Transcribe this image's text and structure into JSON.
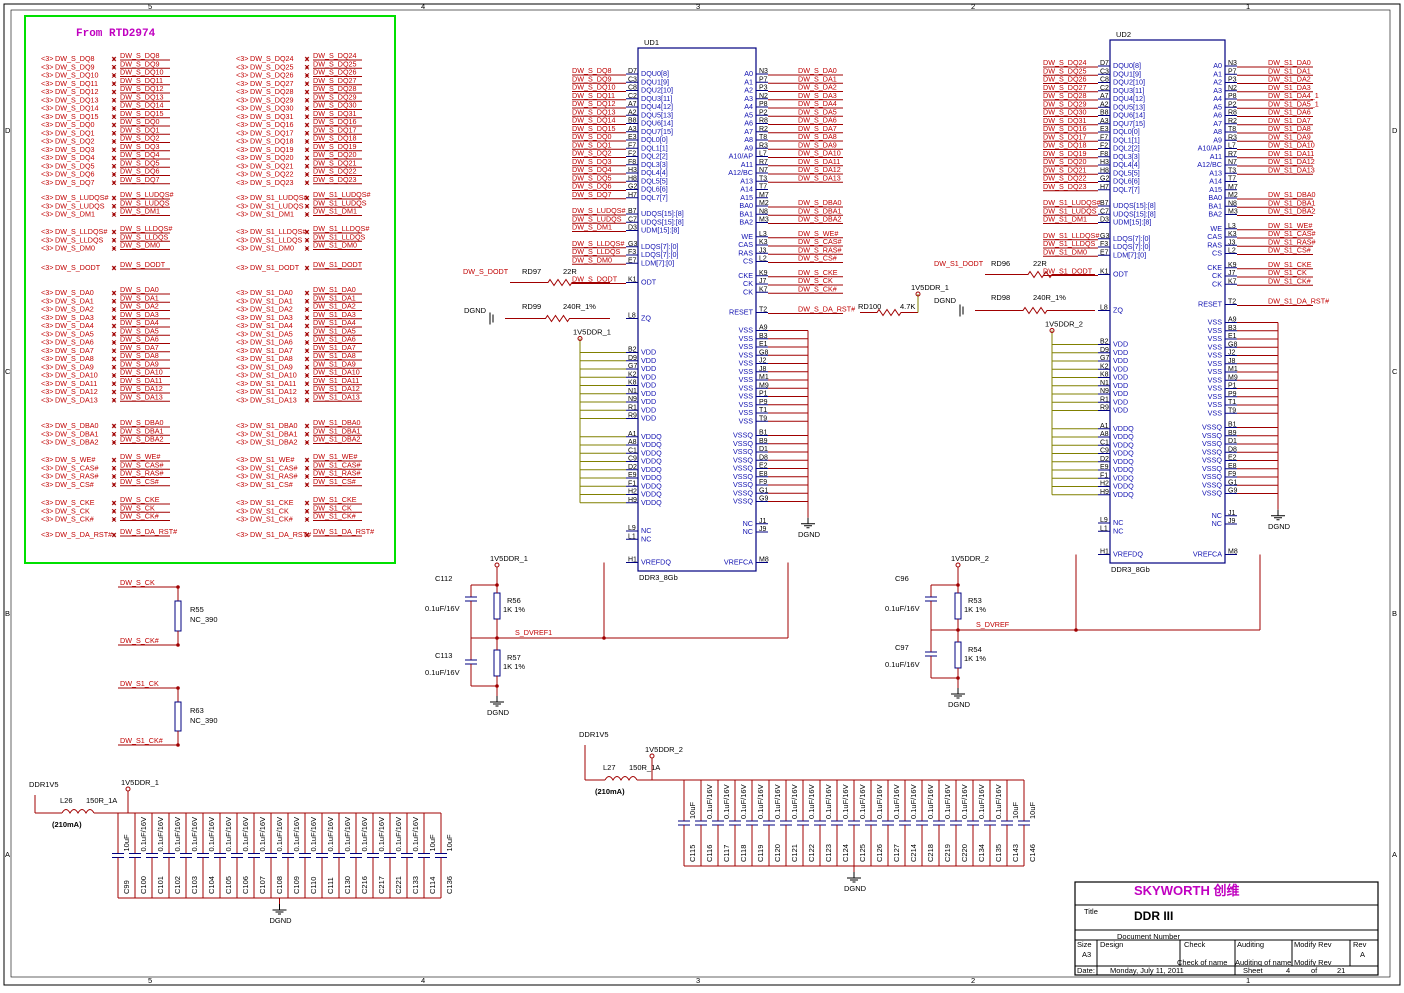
{
  "border": {
    "col_markers_top": [
      "5",
      "4",
      "3",
      "2",
      "1"
    ],
    "col_markers_bottom": [
      "5",
      "4",
      "3",
      "2",
      "1"
    ],
    "row_markers": [
      "D",
      "C",
      "B",
      "A"
    ]
  },
  "connector_block": {
    "title": "From RTD2974",
    "left_groups": [
      [
        "DW_S_DQ8",
        "DW_S_DQ9",
        "DW_S_DQ10",
        "DW_S_DQ11",
        "DW_S_DQ12",
        "DW_S_DQ13",
        "DW_S_DQ14",
        "DW_S_DQ15",
        "DW_S_DQ0",
        "DW_S_DQ1",
        "DW_S_DQ2",
        "DW_S_DQ3",
        "DW_S_DQ4",
        "DW_S_DQ5",
        "DW_S_DQ6",
        "DW_S_DQ7"
      ],
      [
        "DW_S_LUDQS#",
        "DW_S_LUDQS",
        "DW_S_DM1"
      ],
      [
        "DW_S_LLDQS#",
        "DW_S_LLDQS",
        "DW_S_DM0"
      ],
      [
        "DW_S_DODT"
      ],
      [
        "DW_S_DA0",
        "DW_S_DA1",
        "DW_S_DA2",
        "DW_S_DA3",
        "DW_S_DA4",
        "DW_S_DA5",
        "DW_S_DA6",
        "DW_S_DA7",
        "DW_S_DA8",
        "DW_S_DA9",
        "DW_S_DA10",
        "DW_S_DA11",
        "DW_S_DA12",
        "DW_S_DA13"
      ],
      [
        "DW_S_DBA0",
        "DW_S_DBA1",
        "DW_S_DBA2"
      ],
      [
        "DW_S_WE#",
        "DW_S_CAS#",
        "DW_S_RAS#",
        "DW_S_CS#"
      ],
      [
        "DW_S_CKE",
        "DW_S_CK",
        "DW_S_CK#"
      ],
      [
        "DW_S_DA_RST#"
      ]
    ],
    "right_groups": [
      [
        "DW_S_DQ24",
        "DW_S_DQ25",
        "DW_S_DQ26",
        "DW_S_DQ27",
        "DW_S_DQ28",
        "DW_S_DQ29",
        "DW_S_DQ30",
        "DW_S_DQ31",
        "DW_S_DQ16",
        "DW_S_DQ17",
        "DW_S_DQ18",
        "DW_S_DQ19",
        "DW_S_DQ20",
        "DW_S_DQ21",
        "DW_S_DQ22",
        "DW_S_DQ23"
      ],
      [
        "DW_S1_LUDQS#",
        "DW_S1_LUDQS",
        "DW_S1_DM1"
      ],
      [
        "DW_S1_LLDQS#",
        "DW_S1_LLDQS",
        "DW_S1_DM0"
      ],
      [
        "DW_S1_DODT"
      ],
      [
        "DW_S1_DA0",
        "DW_S1_DA1",
        "DW_S1_DA2",
        "DW_S1_DA3",
        "DW_S1_DA4",
        "DW_S1_DA5",
        "DW_S1_DA6",
        "DW_S1_DA7",
        "DW_S1_DA8",
        "DW_S1_DA9",
        "DW_S1_DA10",
        "DW_S1_DA11",
        "DW_S1_DA12",
        "DW_S1_DA13"
      ],
      [
        "DW_S1_DBA0",
        "DW_S1_DBA1",
        "DW_S1_DBA2"
      ],
      [
        "DW_S1_WE#",
        "DW_S1_CAS#",
        "DW_S1_RAS#",
        "DW_S1_CS#"
      ],
      [
        "DW_S1_CKE",
        "DW_S1_CK",
        "DW_S1_CK#"
      ],
      [
        "DW_S1_DA_RST#"
      ]
    ],
    "sheet_ref": "<3>"
  },
  "term": {
    "r55": {
      "ref": "R55",
      "value": "NC_390",
      "top": "DW_S_CK",
      "bottom": "DW_S_CK#"
    },
    "r63": {
      "ref": "R63",
      "value": "NC_390",
      "top": "DW_S1_CK",
      "bottom": "DW_S1_CK#"
    }
  },
  "ud1": {
    "ref": "UD1",
    "part": "DDR3_8Gb",
    "left_dq": [
      [
        "D7",
        "DQU0[8]",
        "DW_S_DQ8"
      ],
      [
        "C3",
        "DQU1[9]",
        "DW_S_DQ9"
      ],
      [
        "C8",
        "DQU2[10]",
        "DW_S_DQ10"
      ],
      [
        "C2",
        "DQU3[11]",
        "DW_S_DQ11"
      ],
      [
        "A7",
        "DQU4[12]",
        "DW_S_DQ12"
      ],
      [
        "A2",
        "DQU5[13]",
        "DW_S_DQ13"
      ],
      [
        "B8",
        "DQU6[14]",
        "DW_S_DQ14"
      ],
      [
        "A3",
        "DQU7[15]",
        "DW_S_DQ15"
      ],
      [
        "E3",
        "DQL0[0]",
        "DW_S_DQ0"
      ],
      [
        "F7",
        "DQL1[1]",
        "DW_S_DQ1"
      ],
      [
        "F2",
        "DQL2[2]",
        "DW_S_DQ2"
      ],
      [
        "F8",
        "DQL3[3]",
        "DW_S_DQ3"
      ],
      [
        "H3",
        "DQL4[4]",
        "DW_S_DQ4"
      ],
      [
        "H8",
        "DQL5[5]",
        "DW_S_DQ5"
      ],
      [
        "G2",
        "DQL6[6]",
        "DW_S_DQ6"
      ],
      [
        "H7",
        "DQL7[7]",
        "DW_S_DQ7"
      ]
    ],
    "left_dqs": [
      [
        "B7",
        "UDQS[15]:[8]",
        "DW_S_LUDQS#"
      ],
      [
        "C7",
        "UDQS[15]:[8]",
        "DW_S_LUDQS"
      ],
      [
        "D3",
        "UDM[15]:[8]",
        "DW_S_DM1"
      ],
      [
        "G3",
        "LDQS[7]:[0]",
        "DW_S_LLDQS#"
      ],
      [
        "F3",
        "LDQS[7]:[0]",
        "DW_S_LLDQS"
      ],
      [
        "E7",
        "LDM[7]:[0]",
        "DW_S_DM0"
      ]
    ],
    "odt": [
      "K1",
      "ODT",
      "DW_S_DODT"
    ],
    "zq": [
      "L8",
      "ZQ"
    ],
    "vdd_pins": [
      [
        "B2",
        "VDD"
      ],
      [
        "D9",
        "VDD"
      ],
      [
        "G7",
        "VDD"
      ],
      [
        "K2",
        "VDD"
      ],
      [
        "K8",
        "VDD"
      ],
      [
        "N1",
        "VDD"
      ],
      [
        "N9",
        "VDD"
      ],
      [
        "R1",
        "VDD"
      ],
      [
        "R9",
        "VDD"
      ]
    ],
    "vddq_pins": [
      [
        "A1",
        "VDDQ"
      ],
      [
        "A8",
        "VDDQ"
      ],
      [
        "C1",
        "VDDQ"
      ],
      [
        "C9",
        "VDDQ"
      ],
      [
        "D2",
        "VDDQ"
      ],
      [
        "E9",
        "VDDQ"
      ],
      [
        "F1",
        "VDDQ"
      ],
      [
        "H2",
        "VDDQ"
      ],
      [
        "H9",
        "VDDQ"
      ]
    ],
    "nc_left": [
      [
        "L9",
        "NC"
      ],
      [
        "L1",
        "NC"
      ]
    ],
    "vrefdq": [
      "H1",
      "VREFDQ"
    ],
    "right_addr": [
      [
        "N3",
        "A0",
        "DW_S_DA0"
      ],
      [
        "P7",
        "A1",
        "DW_S_DA1"
      ],
      [
        "P3",
        "A2",
        "DW_S_DA2"
      ],
      [
        "N2",
        "A3",
        "DW_S_DA3"
      ],
      [
        "P8",
        "A4",
        "DW_S_DA4"
      ],
      [
        "P2",
        "A5",
        "DW_S_DA5"
      ],
      [
        "R8",
        "A6",
        "DW_S_DA6"
      ],
      [
        "R2",
        "A7",
        "DW_S_DA7"
      ],
      [
        "T8",
        "A8",
        "DW_S_DA8"
      ],
      [
        "R3",
        "A9",
        "DW_S_DA9"
      ],
      [
        "L7",
        "A10/AP",
        "DW_S_DA10"
      ],
      [
        "R7",
        "A11",
        "DW_S_DA11"
      ],
      [
        "N7",
        "A12/BC",
        "DW_S_DA12"
      ],
      [
        "T3",
        "A13",
        "DW_S_DA13"
      ],
      [
        "T7",
        "A14",
        ""
      ],
      [
        "M7",
        "A15",
        ""
      ]
    ],
    "right_ba": [
      [
        "M2",
        "BA0",
        "DW_S_DBA0"
      ],
      [
        "N8",
        "BA1",
        "DW_S_DBA1"
      ],
      [
        "M3",
        "BA2",
        "DW_S_DBA2"
      ]
    ],
    "right_cmd": [
      [
        "L3",
        "WE",
        "DW_S_WE#"
      ],
      [
        "K3",
        "CAS",
        "DW_S_CAS#"
      ],
      [
        "J3",
        "RAS",
        "DW_S_RAS#"
      ],
      [
        "L2",
        "CS",
        "DW_S_CS#"
      ]
    ],
    "right_ck": [
      [
        "K9",
        "CKE",
        "DW_S_CKE"
      ],
      [
        "J7",
        "CK",
        "DW_S_CK"
      ],
      [
        "K7",
        "CK",
        "DW_S_CK#"
      ]
    ],
    "reset": [
      "T2",
      "RESET",
      "DW_S_DA_RST#"
    ],
    "vss_pins": [
      [
        "A9",
        "VSS"
      ],
      [
        "B3",
        "VSS"
      ],
      [
        "E1",
        "VSS"
      ],
      [
        "G8",
        "VSS"
      ],
      [
        "J2",
        "VSS"
      ],
      [
        "J8",
        "VSS"
      ],
      [
        "M1",
        "VSS"
      ],
      [
        "M9",
        "VSS"
      ],
      [
        "P1",
        "VSS"
      ],
      [
        "P9",
        "VSS"
      ],
      [
        "T1",
        "VSS"
      ],
      [
        "T9",
        "VSS"
      ]
    ],
    "vssq_pins": [
      [
        "B1",
        "VSSQ"
      ],
      [
        "B9",
        "VSSQ"
      ],
      [
        "D1",
        "VSSQ"
      ],
      [
        "D8",
        "VSSQ"
      ],
      [
        "E2",
        "VSSQ"
      ],
      [
        "E8",
        "VSSQ"
      ],
      [
        "F9",
        "VSSQ"
      ],
      [
        "G1",
        "VSSQ"
      ],
      [
        "G9",
        "VSSQ"
      ]
    ],
    "nc_right": [
      [
        "J1",
        "NC"
      ],
      [
        "J9",
        "NC"
      ]
    ],
    "vrefca": [
      "M8",
      "VREFCA"
    ],
    "rd97": {
      "ref": "RD97",
      "value": "22R",
      "net": "DW_S_DODT"
    },
    "rd99": {
      "ref": "RD99",
      "value": "240R_1%",
      "gnd": "DGND"
    },
    "rd100": {
      "ref": "RD100",
      "value": "4.7K",
      "pwr": "1V5DDR_1"
    },
    "vdd_net": "1V5DDR_1",
    "gnd": "DGND"
  },
  "ud2": {
    "ref": "UD2",
    "part": "DDR3_8Gb",
    "left_dq": [
      [
        "D7",
        "DQU0[8]",
        "DW_S_DQ24"
      ],
      [
        "C3",
        "DQU1[9]",
        "DW_S_DQ25"
      ],
      [
        "C8",
        "DQU2[10]",
        "DW_S_DQ26"
      ],
      [
        "C2",
        "DQU3[11]",
        "DW_S_DQ27"
      ],
      [
        "A7",
        "DQU4[12]",
        "DW_S_DQ28"
      ],
      [
        "A2",
        "DQU5[13]",
        "DW_S_DQ29"
      ],
      [
        "B8",
        "DQU6[14]",
        "DW_S_DQ30"
      ],
      [
        "A3",
        "DQU7[15]",
        "DW_S_DQ31"
      ],
      [
        "E3",
        "DQL0[0]",
        "DW_S_DQ16"
      ],
      [
        "F7",
        "DQL1[1]",
        "DW_S_DQ17"
      ],
      [
        "F2",
        "DQL2[2]",
        "DW_S_DQ18"
      ],
      [
        "F8",
        "DQL3[3]",
        "DW_S_DQ19"
      ],
      [
        "H3",
        "DQL4[4]",
        "DW_S_DQ20"
      ],
      [
        "H8",
        "DQL5[5]",
        "DW_S_DQ21"
      ],
      [
        "G2",
        "DQL6[6]",
        "DW_S_DQ22"
      ],
      [
        "H7",
        "DQL7[7]",
        "DW_S_DQ23"
      ]
    ],
    "left_dqs": [
      [
        "B7",
        "UDQS[15]:[8]",
        "DW_S1_LUDQS#"
      ],
      [
        "C7",
        "UDQS[15]:[8]",
        "DW_S1_LUDQS"
      ],
      [
        "D3",
        "UDM[15]:[8]",
        "DW_S1_DM1"
      ],
      [
        "G3",
        "LDQS[7]:[0]",
        "DW_S1_LLDQS#"
      ],
      [
        "F3",
        "LDQS[7]:[0]",
        "DW_S1_LLDQS"
      ],
      [
        "E7",
        "LDM[7]:[0]",
        "DW_S1_DM0"
      ]
    ],
    "odt": [
      "K1",
      "ODT",
      "DW_S1_DODT"
    ],
    "zq": [
      "L8",
      "ZQ"
    ],
    "vdd_pins": [
      [
        "B2",
        "VDD"
      ],
      [
        "D9",
        "VDD"
      ],
      [
        "G7",
        "VDD"
      ],
      [
        "K2",
        "VDD"
      ],
      [
        "K8",
        "VDD"
      ],
      [
        "N1",
        "VDD"
      ],
      [
        "N9",
        "VDD"
      ],
      [
        "R1",
        "VDD"
      ],
      [
        "R9",
        "VDD"
      ]
    ],
    "vddq_pins": [
      [
        "A1",
        "VDDQ"
      ],
      [
        "A8",
        "VDDQ"
      ],
      [
        "C1",
        "VDDQ"
      ],
      [
        "C9",
        "VDDQ"
      ],
      [
        "D2",
        "VDDQ"
      ],
      [
        "E9",
        "VDDQ"
      ],
      [
        "F1",
        "VDDQ"
      ],
      [
        "H2",
        "VDDQ"
      ],
      [
        "H9",
        "VDDQ"
      ]
    ],
    "nc_left": [
      [
        "L9",
        "NC"
      ],
      [
        "L1",
        "NC"
      ]
    ],
    "vrefdq": [
      "H1",
      "VREFDQ"
    ],
    "right_addr": [
      [
        "N3",
        "A0",
        "DW_S1_DA0"
      ],
      [
        "P7",
        "A1",
        "DW_S1_DA1"
      ],
      [
        "P3",
        "A2",
        "DW_S1_DA2"
      ],
      [
        "N2",
        "A3",
        "DW_S1_DA3"
      ],
      [
        "P8",
        "A4",
        "DW_S1_DA4_1"
      ],
      [
        "P2",
        "A5",
        "DW_S1_DA5_1"
      ],
      [
        "R8",
        "A6",
        "DW_S1_DA6"
      ],
      [
        "R2",
        "A7",
        "DW_S1_DA7"
      ],
      [
        "T8",
        "A8",
        "DW_S1_DA8"
      ],
      [
        "R3",
        "A9",
        "DW_S1_DA9"
      ],
      [
        "L7",
        "A10/AP",
        "DW_S1_DA10"
      ],
      [
        "R7",
        "A11",
        "DW_S1_DA11"
      ],
      [
        "N7",
        "A12/BC",
        "DW_S1_DA12"
      ],
      [
        "T3",
        "A13",
        "DW_S1_DA13"
      ],
      [
        "T7",
        "A14",
        ""
      ],
      [
        "M7",
        "A15",
        ""
      ]
    ],
    "right_ba": [
      [
        "M2",
        "BA0",
        "DW_S1_DBA0"
      ],
      [
        "N8",
        "BA1",
        "DW_S1_DBA1"
      ],
      [
        "M3",
        "BA2",
        "DW_S1_DBA2"
      ]
    ],
    "right_cmd": [
      [
        "L3",
        "WE",
        "DW_S1_WE#"
      ],
      [
        "K3",
        "CAS",
        "DW_S1_CAS#"
      ],
      [
        "J3",
        "RAS",
        "DW_S1_RAS#"
      ],
      [
        "L2",
        "CS",
        "DW_S1_CS#"
      ]
    ],
    "right_ck": [
      [
        "K9",
        "CKE",
        "DW_S1_CKE"
      ],
      [
        "J7",
        "CK",
        "DW_S1_CK"
      ],
      [
        "K7",
        "CK",
        "DW_S1_CK#"
      ]
    ],
    "reset": [
      "T2",
      "RESET",
      "DW_S1_DA_RST#"
    ],
    "vss_pins": [
      [
        "A9",
        "VSS"
      ],
      [
        "B3",
        "VSS"
      ],
      [
        "E1",
        "VSS"
      ],
      [
        "G8",
        "VSS"
      ],
      [
        "J2",
        "VSS"
      ],
      [
        "J8",
        "VSS"
      ],
      [
        "M1",
        "VSS"
      ],
      [
        "M9",
        "VSS"
      ],
      [
        "P1",
        "VSS"
      ],
      [
        "P9",
        "VSS"
      ],
      [
        "T1",
        "VSS"
      ],
      [
        "T9",
        "VSS"
      ]
    ],
    "vssq_pins": [
      [
        "B1",
        "VSSQ"
      ],
      [
        "B9",
        "VSSQ"
      ],
      [
        "D1",
        "VSSQ"
      ],
      [
        "D8",
        "VSSQ"
      ],
      [
        "E2",
        "VSSQ"
      ],
      [
        "E8",
        "VSSQ"
      ],
      [
        "F9",
        "VSSQ"
      ],
      [
        "G1",
        "VSSQ"
      ],
      [
        "G9",
        "VSSQ"
      ]
    ],
    "nc_right": [
      [
        "J1",
        "NC"
      ],
      [
        "J9",
        "NC"
      ]
    ],
    "vrefca": [
      "M8",
      "VREFCA"
    ],
    "rd96": {
      "ref": "RD96",
      "value": "22R",
      "net": "DW_S1_DODT"
    },
    "rd98": {
      "ref": "RD98",
      "value": "240R_1%",
      "gnd": "DGND"
    },
    "vdd_net": "1V5DDR_2",
    "gnd": "DGND"
  },
  "vref1": {
    "pwr": "1V5DDR_1",
    "net": "S_DVREF1",
    "gnd": "DGND",
    "c_top": {
      "ref": "C112",
      "value": "0.1uF/16V"
    },
    "r_top": {
      "ref": "R56",
      "value": "1K 1%"
    },
    "c_bot": {
      "ref": "C113",
      "value": "0.1uF/16V"
    },
    "r_bot": {
      "ref": "R57",
      "value": "1K 1%"
    }
  },
  "vref2": {
    "pwr": "1V5DDR_2",
    "net": "S_DVREF",
    "gnd": "DGND",
    "c_top": {
      "ref": "C96",
      "value": "0.1uF/16V"
    },
    "r_top": {
      "ref": "R53",
      "value": "1K 1%"
    },
    "c_bot": {
      "ref": "C97",
      "value": "0.1uF/16V"
    },
    "r_bot": {
      "ref": "R54",
      "value": "1K 1%"
    }
  },
  "decoup1": {
    "src": "DDR1V5",
    "dst": "1V5DDR_1",
    "inductor": {
      "ref": "L26",
      "value": "150R_1A"
    },
    "current": "(210mA)",
    "gnd": "DGND",
    "caps": [
      {
        "ref": "C99",
        "value": "10uF"
      },
      {
        "ref": "C100",
        "value": "0.1uF/16V"
      },
      {
        "ref": "C101",
        "value": "0.1uF/16V"
      },
      {
        "ref": "C102",
        "value": "0.1uF/16V"
      },
      {
        "ref": "C103",
        "value": "0.1uF/16V"
      },
      {
        "ref": "C104",
        "value": "0.1uF/16V"
      },
      {
        "ref": "C105",
        "value": "0.1uF/16V"
      },
      {
        "ref": "C106",
        "value": "0.1uF/16V"
      },
      {
        "ref": "C107",
        "value": "0.1uF/16V"
      },
      {
        "ref": "C108",
        "value": "0.1uF/16V"
      },
      {
        "ref": "C109",
        "value": "0.1uF/16V"
      },
      {
        "ref": "C110",
        "value": "0.1uF/16V"
      },
      {
        "ref": "C111",
        "value": "0.1uF/16V"
      },
      {
        "ref": "C130",
        "value": "0.1uF/16V"
      },
      {
        "ref": "C216",
        "value": "0.1uF/16V"
      },
      {
        "ref": "C217",
        "value": "0.1uF/16V"
      },
      {
        "ref": "C221",
        "value": "0.1uF/16V"
      },
      {
        "ref": "C133",
        "value": "0.1uF/16V"
      },
      {
        "ref": "C114",
        "value": "10uF"
      },
      {
        "ref": "C136",
        "value": "10uF"
      }
    ]
  },
  "decoup2": {
    "src": "DDR1V5",
    "dst": "1V5DDR_2",
    "inductor": {
      "ref": "L27",
      "value": "150R_1A"
    },
    "current": "(210mA)",
    "gnd": "DGND",
    "caps": [
      {
        "ref": "C115",
        "value": "10uF"
      },
      {
        "ref": "C116",
        "value": "0.1uF/16V"
      },
      {
        "ref": "C117",
        "value": "0.1uF/16V"
      },
      {
        "ref": "C118",
        "value": "0.1uF/16V"
      },
      {
        "ref": "C119",
        "value": "0.1uF/16V"
      },
      {
        "ref": "C120",
        "value": "0.1uF/16V"
      },
      {
        "ref": "C121",
        "value": "0.1uF/16V"
      },
      {
        "ref": "C122",
        "value": "0.1uF/16V"
      },
      {
        "ref": "C123",
        "value": "0.1uF/16V"
      },
      {
        "ref": "C124",
        "value": "0.1uF/16V"
      },
      {
        "ref": "C125",
        "value": "0.1uF/16V"
      },
      {
        "ref": "C126",
        "value": "0.1uF/16V"
      },
      {
        "ref": "C127",
        "value": "0.1uF/16V"
      },
      {
        "ref": "C214",
        "value": "0.1uF/16V"
      },
      {
        "ref": "C218",
        "value": "0.1uF/16V"
      },
      {
        "ref": "C219",
        "value": "0.1uF/16V"
      },
      {
        "ref": "C220",
        "value": "0.1uF/16V"
      },
      {
        "ref": "C134",
        "value": "0.1uF/16V"
      },
      {
        "ref": "C135",
        "value": "0.1uF/16V"
      },
      {
        "ref": "C143",
        "value": "10uF"
      },
      {
        "ref": "C146",
        "value": "10uF"
      }
    ]
  },
  "title_block": {
    "company": "SKYWORTH 创维",
    "title_label": "Title",
    "title": "DDR III",
    "doc_number": "Document Number",
    "size_label": "Size",
    "size": "A3",
    "design": "Design",
    "check": "Check",
    "auditing": "Auditing",
    "modify_rev": "Modify Rev",
    "rev_label": "Rev",
    "rev": "A",
    "check_of_name": "Check of name",
    "auditing_of_name": "Auditing of name",
    "modify_rev2": "Modify Rev",
    "date_label": "Date:",
    "date": "Monday, July 11, 2011",
    "sheet_label": "Sheet",
    "sheet": "4",
    "of": "of",
    "total": "21"
  },
  "colors": {
    "net": "#c00000",
    "pin": "#1010b0",
    "wire": "#a00000",
    "frame": "#00e000",
    "title_company": "#c000c0"
  }
}
